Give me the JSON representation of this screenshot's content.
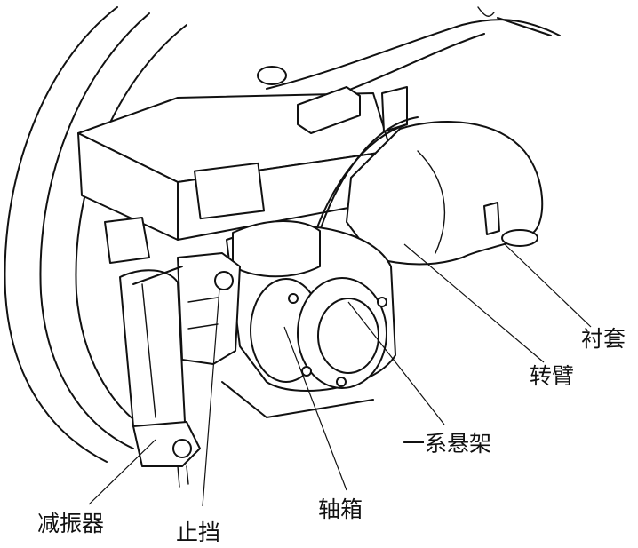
{
  "labels": {
    "bushing": "衬套",
    "rotating_arm": "转臂",
    "primary_suspension": "一系悬架",
    "axle_box": "轴箱",
    "damper": "减振器",
    "stopper": "止挡"
  }
}
